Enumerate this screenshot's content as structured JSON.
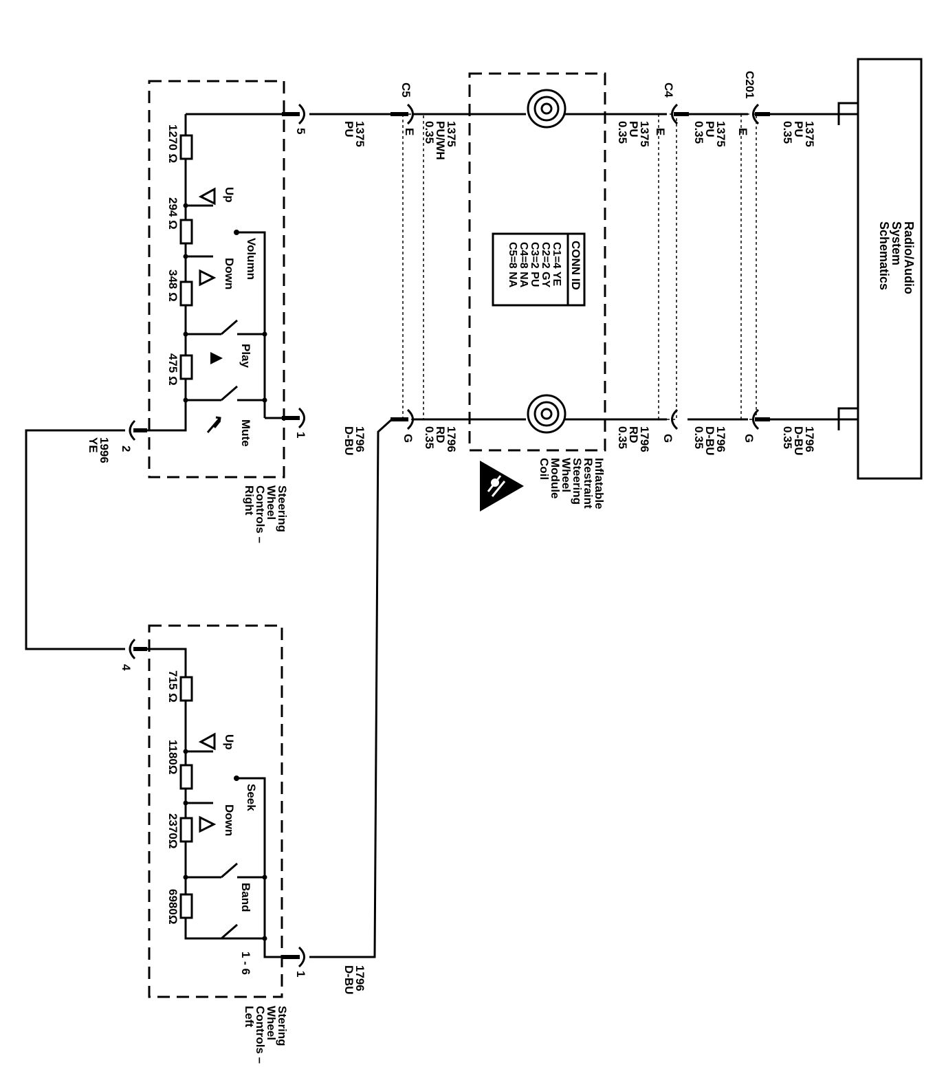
{
  "radio_box": {
    "label_lines": [
      "Radio/Audio",
      "System",
      "Schematics"
    ]
  },
  "conn_id": {
    "title": "CONN ID",
    "rows": [
      "C1=4 YE",
      "C2=2 GY",
      "C3=2 PU",
      "C4=8 NA",
      "C5=8 NA"
    ]
  },
  "coil_module": {
    "label_lines": [
      "Inflatable",
      "Restraint",
      "Steering",
      "Wheel",
      "Module",
      "Coil"
    ]
  },
  "controls_right": {
    "label_lines": [
      "Steering",
      "Wheel",
      "Controls –",
      "Right"
    ],
    "resistors": [
      "1270 Ω",
      "294 Ω",
      "348 Ω",
      "475 Ω"
    ],
    "labels": {
      "up": "Up",
      "volume": "Volumn",
      "down": "Down",
      "play": "Play",
      "mute": "Mute"
    }
  },
  "controls_left": {
    "label_lines": [
      "Stering",
      "Wheel",
      "Controls –",
      "Left"
    ],
    "resistors": [
      "715 Ω",
      "1180Ω",
      "2370Ω",
      "6980Ω"
    ],
    "labels": {
      "up": "Up",
      "seek": "Seek",
      "down": "Down",
      "band": "Band",
      "presets": "1 - 6"
    }
  },
  "connectors": {
    "c201": "C201",
    "c4": "C4",
    "c5": "C5",
    "pin_e": "E",
    "pin_g": "G",
    "pin_5": "5",
    "pin_1_right": "1",
    "pin_2": "2",
    "pin_4": "4",
    "pin_1_left": "1"
  },
  "wires": {
    "pu_radio": [
      "1375",
      "PU",
      "0.35"
    ],
    "pu_c201_c4": [
      "1375",
      "PU",
      "0.35"
    ],
    "pu_coil": [
      "1375",
      "PU",
      "0.35"
    ],
    "pu_wh": [
      "1375",
      "PU/WH",
      "0.35"
    ],
    "pu_right": [
      "1375",
      "PU"
    ],
    "dbu_radio": [
      "1796",
      "D-BU",
      "0.35"
    ],
    "dbu_c201_c4": [
      "1796",
      "D-BU",
      "0.35"
    ],
    "rd_coil": [
      "1796",
      "RD",
      "0.35"
    ],
    "rd_c5": [
      "1796",
      "RD",
      "0.35"
    ],
    "dbu_right": [
      "1796",
      "D-BU"
    ],
    "ye": [
      "1996",
      "YE"
    ],
    "dbu_left": [
      "1796",
      "D-BU"
    ]
  }
}
